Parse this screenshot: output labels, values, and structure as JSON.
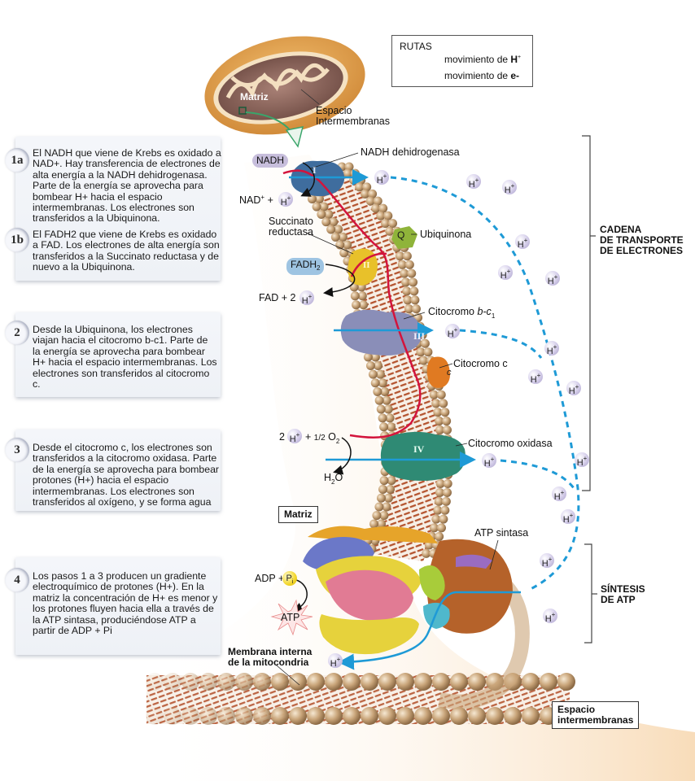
{
  "legend": {
    "title": "RUTAS",
    "items": [
      {
        "label": "movimiento de ",
        "bold": "H",
        "sup": "+",
        "style": "dashed",
        "color": "#1e9ad6"
      },
      {
        "label": "movimiento de ",
        "bold": "e-",
        "sup": "",
        "style": "solid",
        "color": "#d3143c"
      }
    ]
  },
  "mitochondrion": {
    "matrix_label": "Matriz",
    "intermembrane_label_1": "Espacio",
    "intermembrane_label_2": "Intermembranas"
  },
  "steps": [
    {
      "badge": "1a",
      "text": "El NADH que viene de Krebs es oxidado a NAD+. Hay transferencia de electrones de alta energía a la NADH dehidrogenasa. Parte de la energía se aprovecha para bombear H+ hacia el espacio intermembranas. Los electrones son transferidos a la Ubiquinona."
    },
    {
      "badge": "1b",
      "text": "El FADH2 que viene de Krebs es oxidado a FAD. Los electrones de alta energía son transferidos a la Succinato reductasa y de nuevo a la Ubiquinona."
    },
    {
      "badge": "2",
      "text": "Desde la Ubiquinona, los electrones viajan hacia el citocromo b-c1. Parte de la energía se aprovecha para bombear H+ hacia el espacio intermembranas. Los electrones son transferidos al citocromo c."
    },
    {
      "badge": "3",
      "text": "Desde el citocromo c, los electrones son transferidos a la citocromo oxidasa. Parte de la energía se aprovecha para bombear protones (H+) hacia el espacio intermembranas. Los electrones son transferidos al oxígeno, y se forma agua"
    },
    {
      "badge": "4",
      "text": "Los pasos 1 a 3 producen un gradiente electroquímico de protones (H+). En la matriz la concentración de H+ es menor y los protones fluyen hacia ella a través de la ATP sintasa, produciéndose ATP a partir de ADP + Pi"
    }
  ],
  "complexes": {
    "I": {
      "numeral": "I",
      "label": "NADH dehidrogenasa"
    },
    "II": {
      "numeral": "II",
      "label_1": "Succinato",
      "label_2": "reductasa"
    },
    "Q": {
      "numeral": "Q",
      "label": "Ubiquinona"
    },
    "III": {
      "numeral": "III",
      "label_pre": "Citocromo ",
      "label_it": "b-c",
      "label_sub": "1"
    },
    "c": {
      "numeral": "c",
      "label": "Citocromo c"
    },
    "IV": {
      "numeral": "IV",
      "label": "Citocromo oxidasa"
    },
    "ATP": {
      "label": "ATP sintasa"
    }
  },
  "molecules": {
    "nadh": "NADH",
    "nad": "NAD",
    "nad_sup": "+",
    "plus": "+",
    "fadh2": "FADH",
    "fadh2_sub": "2",
    "fad": "FAD + 2",
    "o2_pre": "2",
    "o2_mid": "+ ",
    "half": "1/2",
    "o2": "O",
    "o2_sub": "2",
    "h2o_h": "H",
    "h2o_sub": "2",
    "h2o_o": "O",
    "adp": "ADP +",
    "pi": "P",
    "pi_sub": "i",
    "atp": "ATP",
    "h": "H",
    "h_sup": "+"
  },
  "regions": {
    "matrix": "Matriz",
    "intermembrane_1": "Espacio",
    "intermembrane_2": "intermembranas",
    "membrane_1": "Membrana interna",
    "membrane_2": "de la mitocondria"
  },
  "brackets": {
    "etc": [
      "CADENA",
      "DE TRANSPORTE",
      "DE ELECTRONES"
    ],
    "atp": [
      "SÍNTESIS",
      "DE ATP"
    ]
  },
  "colors": {
    "h_path": "#1e9ad6",
    "e_path": "#d3143c",
    "complex_I": "#3f6d9e",
    "complex_II": "#e8c12a",
    "complex_Q": "#8fb43a",
    "complex_III": "#8a8eb8",
    "complex_c": "#e07a22",
    "complex_IV": "#2f8a74",
    "lipid_head": "#c9a57a",
    "lipid_tail": "#b4532e"
  }
}
